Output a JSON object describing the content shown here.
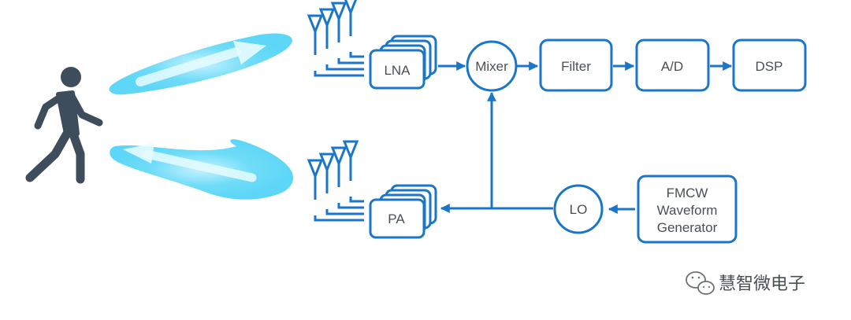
{
  "blocks": {
    "lna": "LNA",
    "pa": "PA",
    "mixer": "Mixer",
    "filter": "Filter",
    "adc": "A/D",
    "dsp": "DSP",
    "lo": "LO",
    "generator": [
      "FMCW",
      "Waveform",
      "Generator"
    ]
  },
  "watermark": "慧智微电子",
  "colors": {
    "line": "#1976c8",
    "beam": "#5dd6f7",
    "figure": "#3e4d5c",
    "text": "#4a4f55"
  },
  "icons": [
    "walking-person-icon",
    "antenna-array-icon",
    "wechat-icon"
  ]
}
